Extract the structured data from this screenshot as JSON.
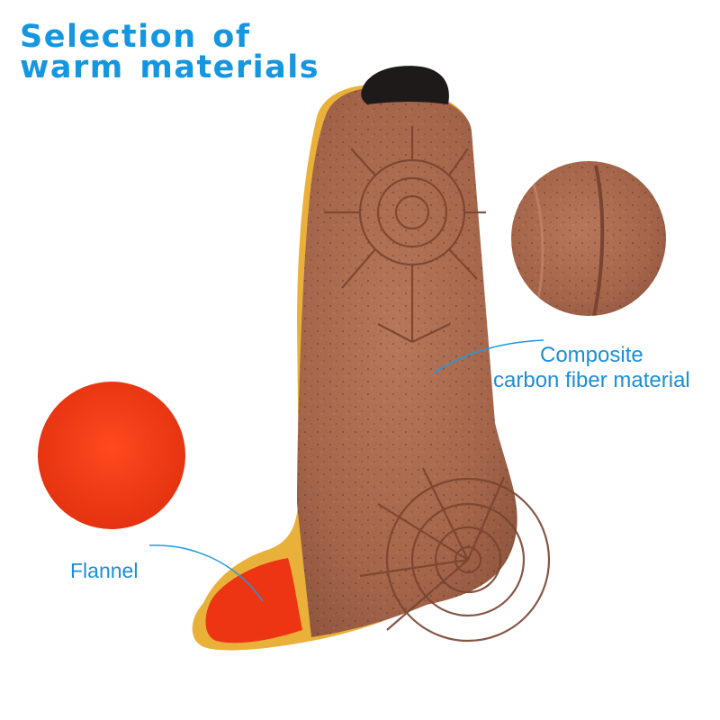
{
  "headline": {
    "line1": "Selection of",
    "line2": "warm materials"
  },
  "callouts": {
    "composite_line1": "Composite",
    "composite_line2": "carbon fiber material",
    "flannel": "Flannel"
  },
  "colors": {
    "accent_blue": "#1596e0",
    "leather_brown": "#a8664a",
    "flannel_red": "#ee3513",
    "edge_yellow": "#e9b13a",
    "foam_black": "#1d1a19"
  }
}
